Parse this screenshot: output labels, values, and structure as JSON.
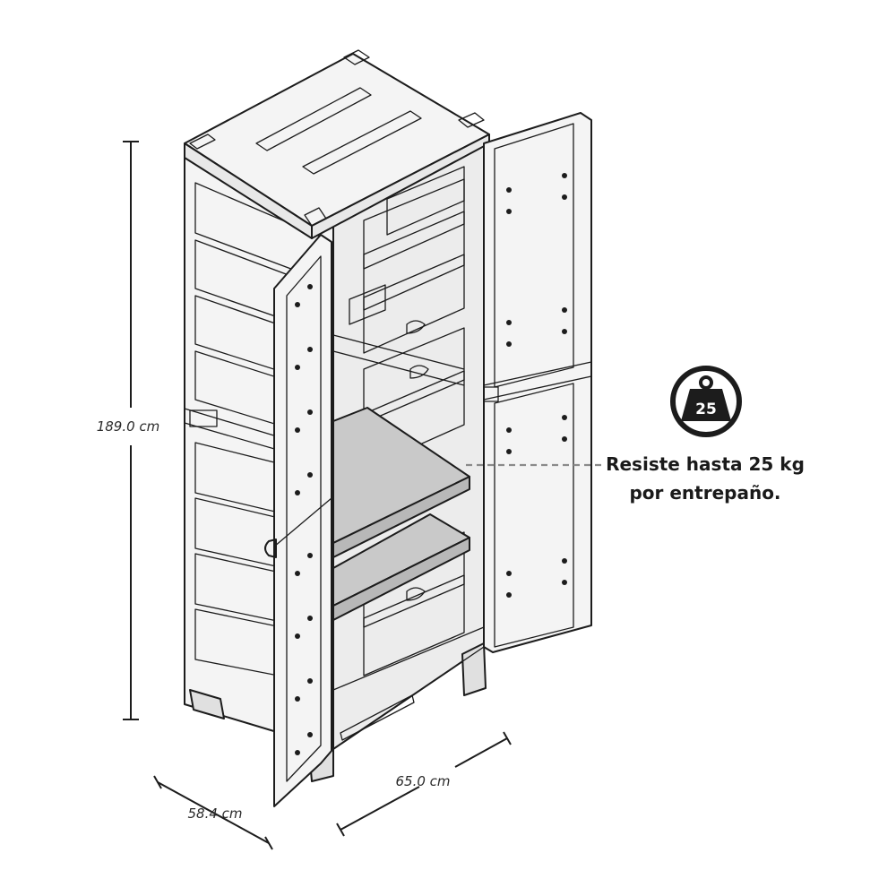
{
  "dimensions": {
    "height": "189.0 cm",
    "width": "65.0 cm",
    "depth": "58.4 cm"
  },
  "callout": {
    "line1": "Resiste hasta 25 kg",
    "line2": "por entrepaño."
  },
  "badge": {
    "icon": "weight-icon",
    "value": "25"
  },
  "colors": {
    "line": "#1c1c1c",
    "shelf": "#c9c9c9",
    "panel": "#f4f4f4",
    "interior": "#ececec",
    "callout_dash": "#8a8a8a"
  }
}
